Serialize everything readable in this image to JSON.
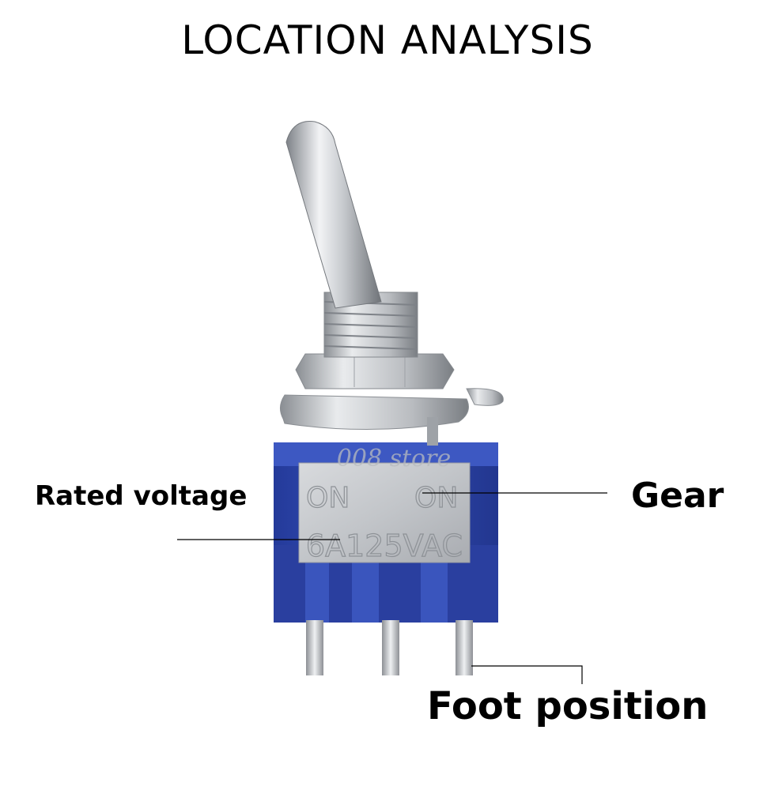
{
  "title": "LOCATION ANALYSIS",
  "watermark": "008 store",
  "switch_markings": {
    "left_position": "ON",
    "right_position": "ON",
    "rating": "6A125VAC"
  },
  "callouts": {
    "rated_voltage": "Rated voltage",
    "gear": "Gear",
    "foot_position": "Foot position"
  },
  "colors": {
    "housing_blue": "#2f44a8",
    "metal": "#c9ccd0",
    "text": "#000000"
  }
}
